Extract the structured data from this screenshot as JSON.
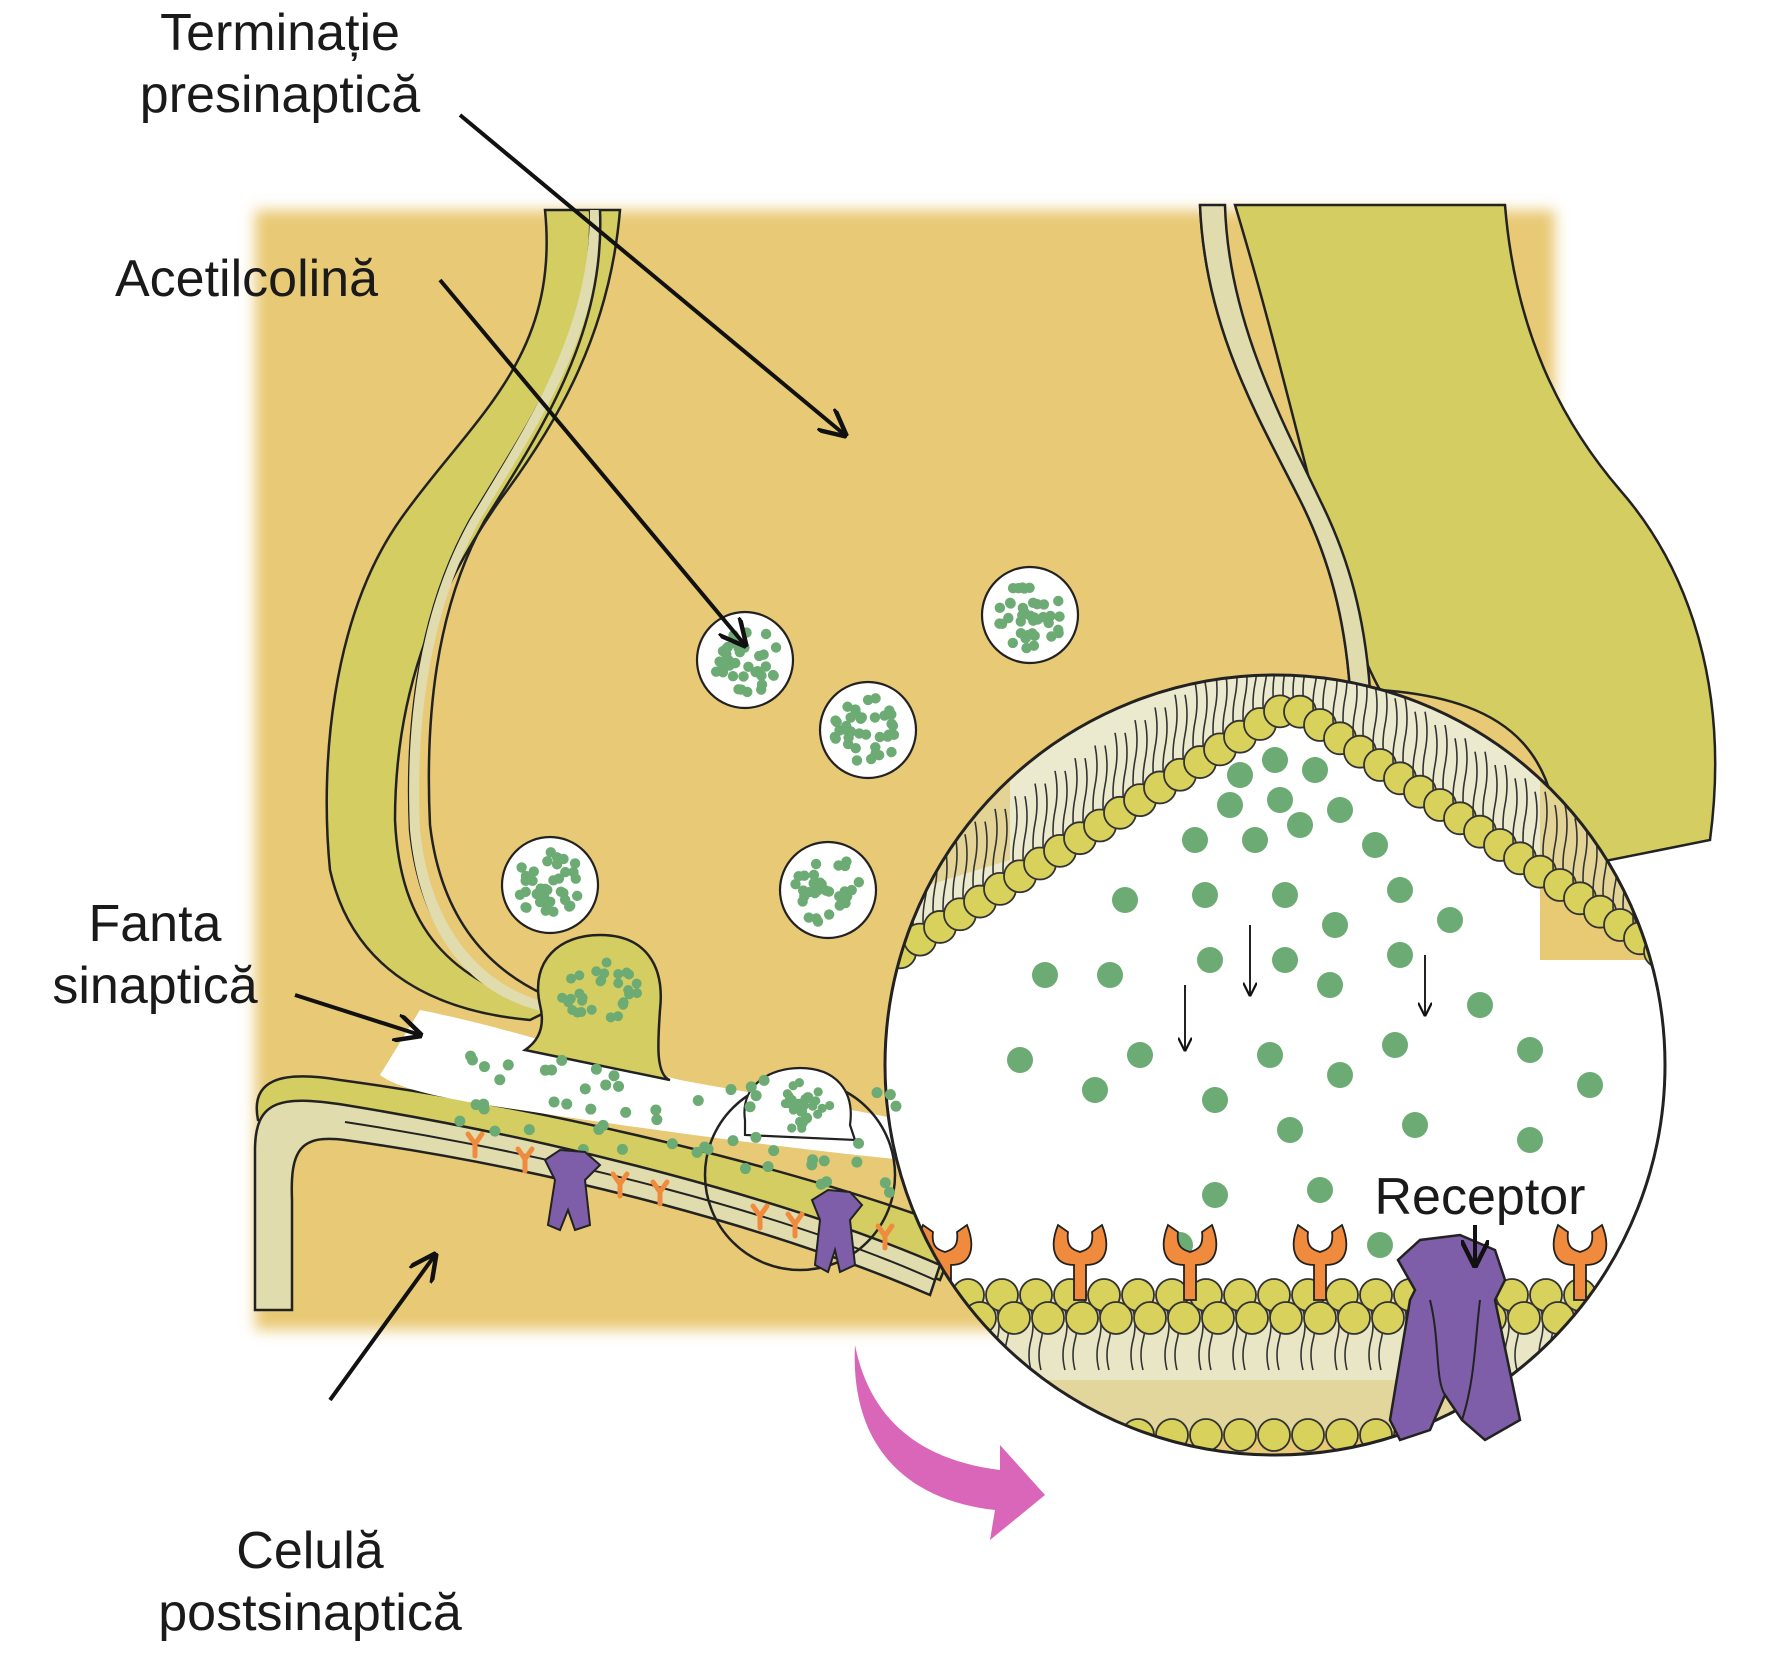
{
  "labels": {
    "presynaptic": {
      "line1": "Terminație",
      "line2": "presinaptică"
    },
    "acetylcholine": {
      "text": "Acetilcolină"
    },
    "cleft": {
      "line1": "Fanta",
      "line2": "sinaptică"
    },
    "postsynaptic": {
      "line1": "Celulă",
      "line2": "postsinaptică"
    },
    "receptor": {
      "text": "Receptor"
    }
  },
  "icons": [
    "synaptic-vesicle-icon",
    "acetylcholine-molecule-icon",
    "receptor-protein-icon",
    "ion-channel-icon",
    "phospholipid-icon",
    "zoom-arrow-icon"
  ],
  "colors": {
    "terminal_fill": "#e8c974",
    "glia_fill": "#d4cd62",
    "membrane_light": "#e0dcae",
    "acetylcholine": "#6cab73",
    "receptor_orange": "#f08a3c",
    "channel_purple": "#7e5ea8",
    "lipid_head": "#d8d15c",
    "zoom_arrow": "#d966b8"
  }
}
